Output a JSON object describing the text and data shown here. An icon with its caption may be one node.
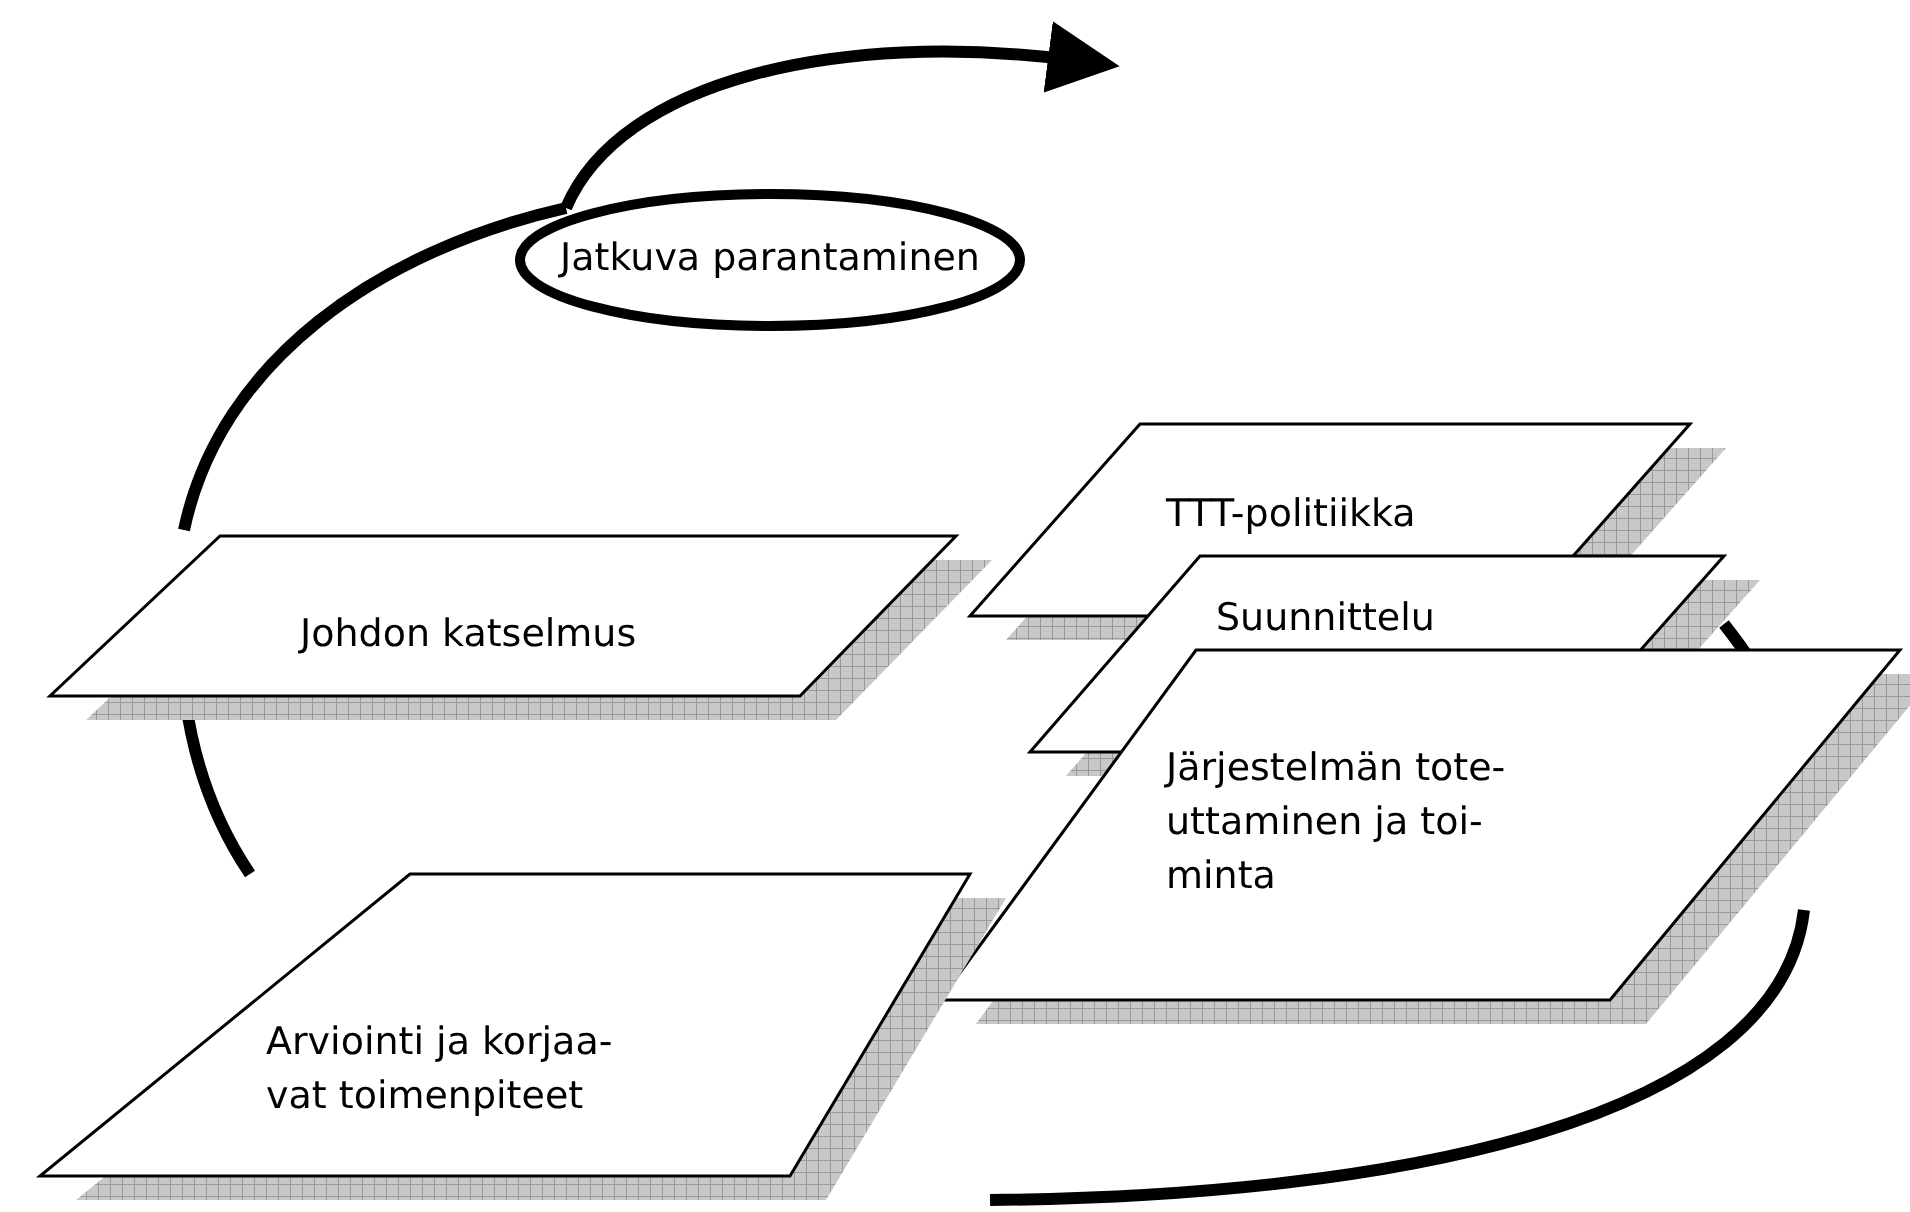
{
  "diagram": {
    "nodes": [
      {
        "text": [
          "Jatkuva parantaminen"
        ]
      },
      {
        "text": [
          "Johdon katselmus"
        ]
      },
      {
        "text": [
          "TTT-politiikka"
        ]
      },
      {
        "text": [
          "Suunnittelu"
        ]
      },
      {
        "text": [
          "Järjestelmän tote- uttaminen ja toi- minta"
        ]
      },
      {
        "text": [
          "Arviointi ja korjaa- vat toimenpiteet"
        ]
      }
    ],
    "edges": [
      {
        "from": 5,
        "to": 1,
        "arrow": "none"
      },
      {
        "from": 1,
        "to": 0,
        "arrow": "none"
      },
      {
        "from": 0,
        "to": null,
        "arrow": "to"
      },
      {
        "from": 3,
        "to": 4,
        "arrow": "none"
      },
      {
        "from": 4,
        "to": 5,
        "arrow": "none"
      }
    ]
  }
}
